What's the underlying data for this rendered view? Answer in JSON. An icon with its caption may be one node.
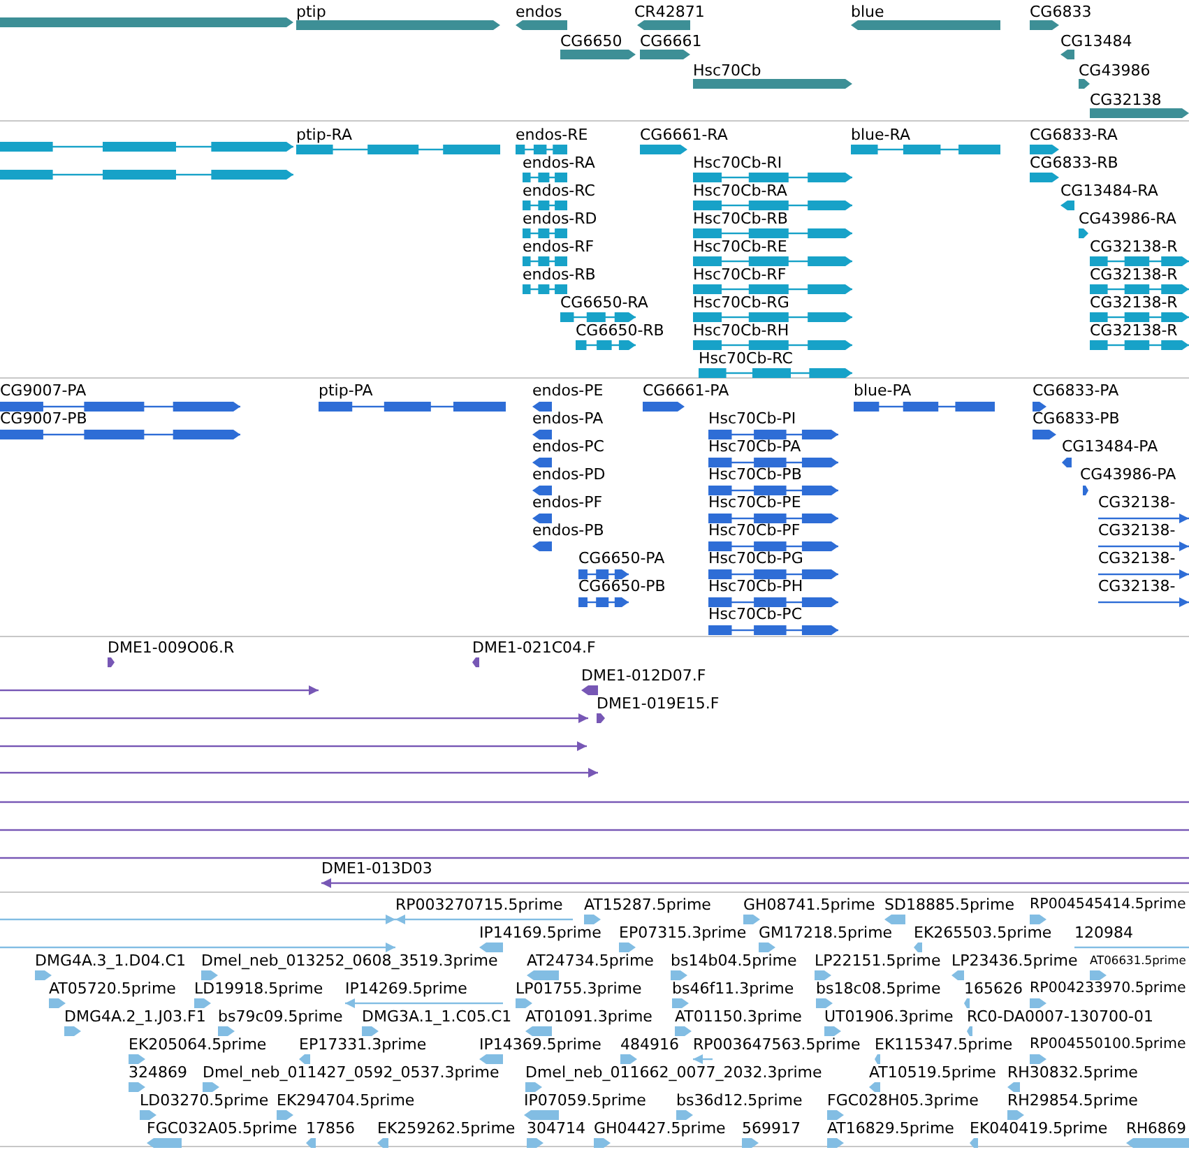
{
  "diagram": {
    "labels": [
      "ptip",
      "endos",
      "CR42871",
      "blue",
      "CG6833",
      "CG6650",
      "CG6661",
      "CG13484",
      "Hsc70Cb",
      "CG43986",
      "CG32138",
      "ptip-RA",
      "endos-RE",
      "CG6661-RA",
      "blue-RA",
      "CG6833-RA",
      "endos-RA",
      "Hsc70Cb-RI",
      "CG6833-RB",
      "endos-RC",
      "Hsc70Cb-RA",
      "CG13484-RA",
      "endos-RD",
      "Hsc70Cb-RB",
      "CG43986-RA",
      "endos-RF",
      "Hsc70Cb-RE",
      "CG32138-R",
      "endos-RB",
      "Hsc70Cb-RF",
      "CG32138-R",
      "CG6650-RA",
      "Hsc70Cb-RG",
      "CG32138-R",
      "CG6650-RB",
      "Hsc70Cb-RH",
      "CG32138-R",
      "Hsc70Cb-RC",
      "CG9007-PA",
      "ptip-PA",
      "endos-PE",
      "CG6661-PA",
      "blue-PA",
      "CG6833-PA",
      "CG9007-PB",
      "endos-PA",
      "Hsc70Cb-PI",
      "CG6833-PB",
      "endos-PC",
      "Hsc70Cb-PA",
      "CG13484-PA",
      "endos-PD",
      "Hsc70Cb-PB",
      "CG43986-PA",
      "endos-PF",
      "Hsc70Cb-PE",
      "CG32138-",
      "endos-PB",
      "Hsc70Cb-PF",
      "CG32138-",
      "CG6650-PA",
      "Hsc70Cb-PG",
      "CG32138-",
      "CG6650-PB",
      "Hsc70Cb-PH",
      "CG32138-",
      "Hsc70Cb-PC",
      "DME1-009O06.R",
      "DME1-021C04.F",
      "DME1-012D07.F",
      "DME1-019E15.F",
      "DME1-013D03",
      "RP003270715.5prime",
      "AT15287.5prime",
      "GH08741.5prime",
      "SD18885.5prime",
      "RP004545414.5prime",
      "IP14169.5prime",
      "EP07315.3prime",
      "GM17218.5prime",
      "EK265503.5prime",
      "120984",
      "DMG4A.3_1.D04.C1",
      "Dmel_neb_013252_0608_3519.3prime",
      "AT24734.5prime",
      "bs14b04.5prime",
      "LP22151.5prime",
      "LP23436.5prime",
      "AT06631.5prime",
      "AT05720.5prime",
      "LD19918.5prime",
      "IP14269.5prime",
      "LP01755.3prime",
      "bs46f11.3prime",
      "bs18c08.5prime",
      "165626",
      "RP004233970.5prime",
      "DMG4A.2_1.J03.F1",
      "bs79c09.5prime",
      "DMG3A.1_1.C05.C1",
      "AT01091.3prime",
      "AT01150.3prime",
      "UT01906.3prime",
      "RC0-DA0007-130700-01",
      "EK205064.5prime",
      "EP17331.3prime",
      "IP14369.5prime",
      "484916",
      "RP003647563.5prime",
      "EK115347.5prime",
      "RP004550100.5prime",
      "324869",
      "Dmel_neb_011427_0592_0537.3prime",
      "Dmel_neb_011662_0077_2032.3prime",
      "AT10519.5prime",
      "RH30832.5prime",
      "LD03270.5prime",
      "EK294704.5prime",
      "IP07059.5prime",
      "bs36d12.5prime",
      "FGC028H05.3prime",
      "RH29854.5prime",
      "FGC032A05.5prime",
      "17856",
      "EK259262.5prime",
      "304714",
      "GH04427.5prime",
      "569917",
      "AT16829.5prime",
      "EK040419.5prime",
      "RH6869"
    ]
  }
}
